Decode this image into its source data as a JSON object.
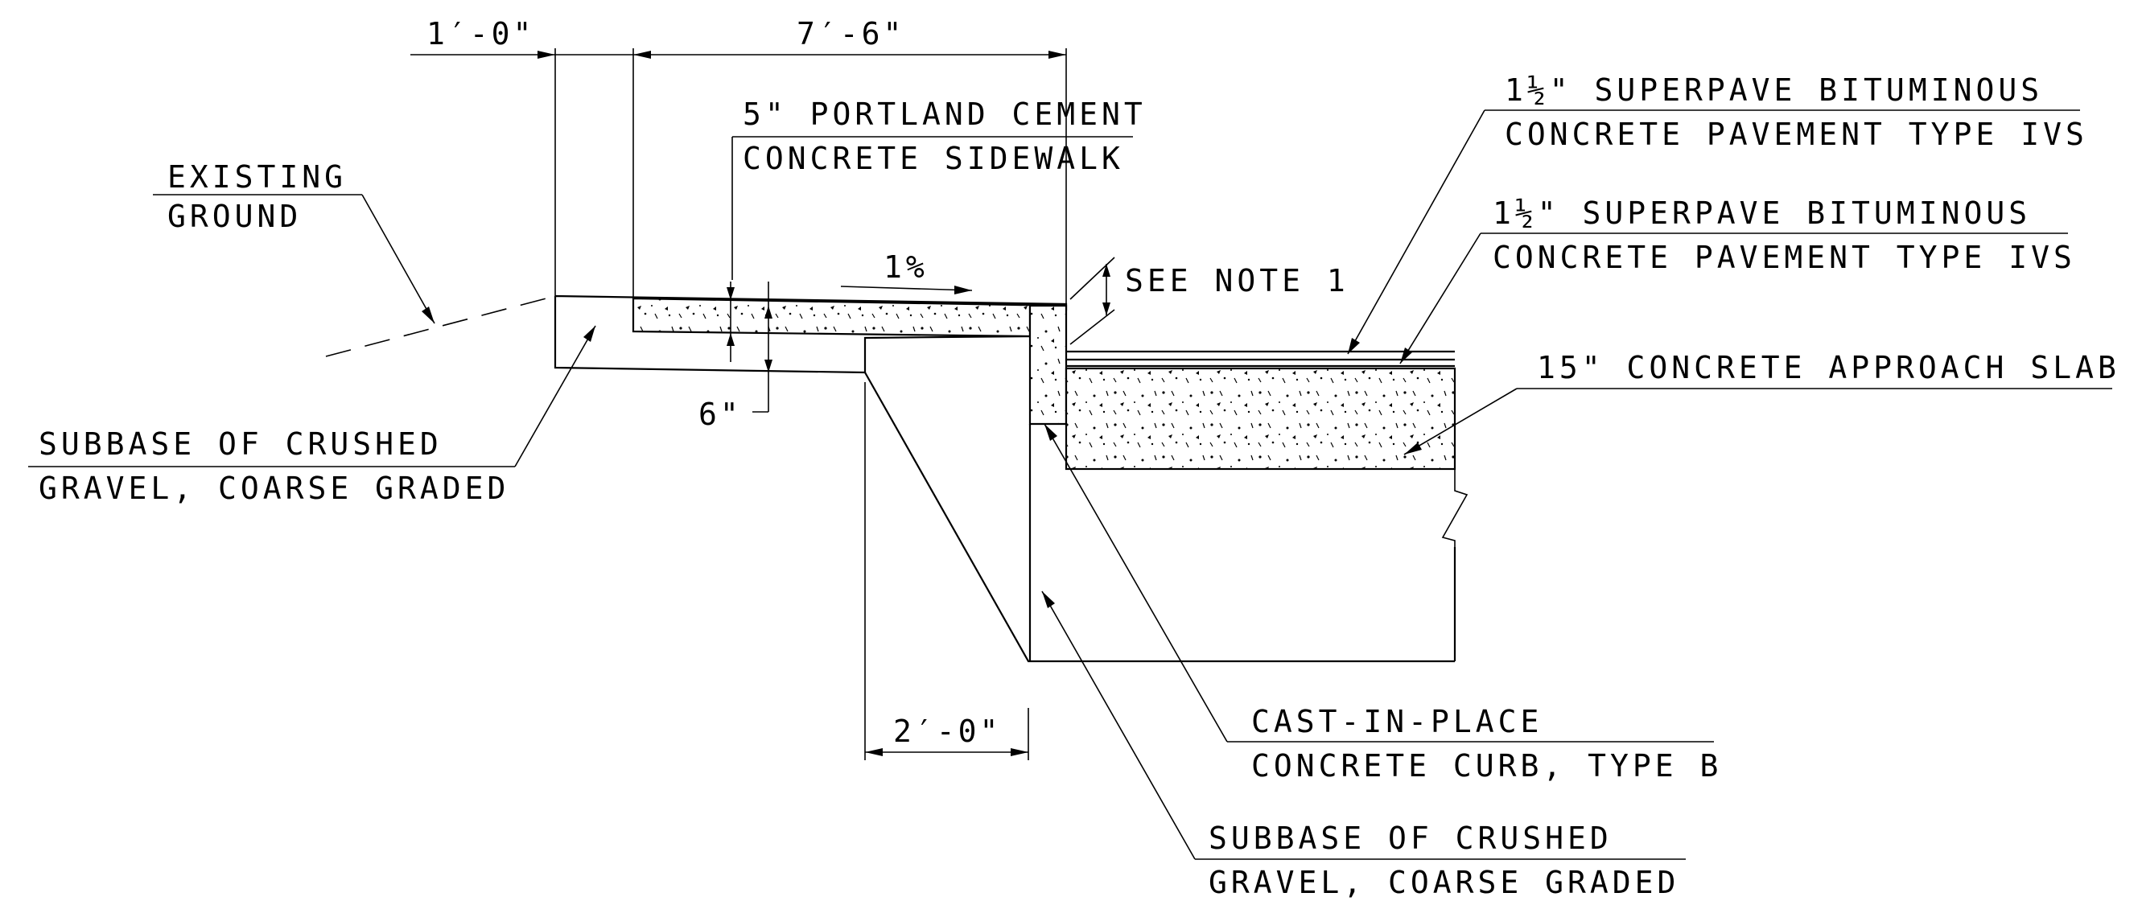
{
  "dimensions": {
    "dim_1_0": "1′-0\"",
    "dim_7_6": "7′-6\"",
    "dim_6in": "6\"",
    "dim_2_0": "2′-0\""
  },
  "labels": {
    "sidewalk_line1": "5\" PORTLAND CEMENT",
    "sidewalk_line2": "CONCRETE SIDEWALK",
    "existing_line1": "EXISTING",
    "existing_line2": "GROUND",
    "slope": "1%",
    "see_note": "SEE NOTE 1",
    "pave1_frac": "1½",
    "pave1_line1": "\" SUPERPAVE BITUMINOUS",
    "pave1_line2": "CONCRETE PAVEMENT TYPE IVS",
    "pave2_frac": "1½",
    "pave2_line1": "\" SUPERPAVE BITUMINOUS",
    "pave2_line2": "CONCRETE PAVEMENT TYPE IVS",
    "slab": "15\" CONCRETE APPROACH SLAB",
    "subbase_left_line1": "SUBBASE OF CRUSHED",
    "subbase_left_line2": "GRAVEL, COARSE GRADED",
    "curb_line1": "CAST-IN-PLACE",
    "curb_line2": "CONCRETE CURB, TYPE B",
    "subbase_bottom_line1": "SUBBASE OF CRUSHED",
    "subbase_bottom_line2": "GRAVEL, COARSE GRADED"
  }
}
